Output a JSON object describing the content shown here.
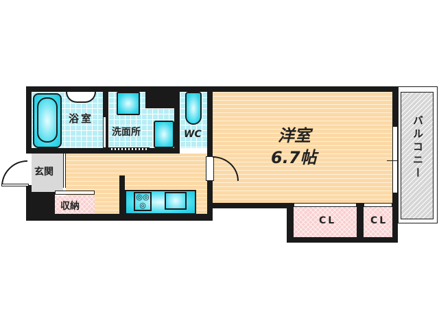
{
  "rooms": {
    "bathroom": {
      "label": "浴室"
    },
    "washroom": {
      "label": "洗面所"
    },
    "toilet": {
      "label": "WC"
    },
    "entrance": {
      "label": "玄関"
    },
    "storage": {
      "label": "収納"
    },
    "western_room": {
      "label": "洋室",
      "size": "6.7帖"
    },
    "closet_1": {
      "label": "CL"
    },
    "closet_2": {
      "label": "CL"
    },
    "balcony": {
      "label": "バルコニー"
    }
  },
  "colors": {
    "wall": "#1a1a1a",
    "tile": "#b7eef5",
    "wood_floor": "#fbd9a6",
    "closet": "#f9cfd0",
    "balcony": "#d6d6d6",
    "fixture": "#37d8ec",
    "entrance_floor": "#d9d9d9"
  }
}
